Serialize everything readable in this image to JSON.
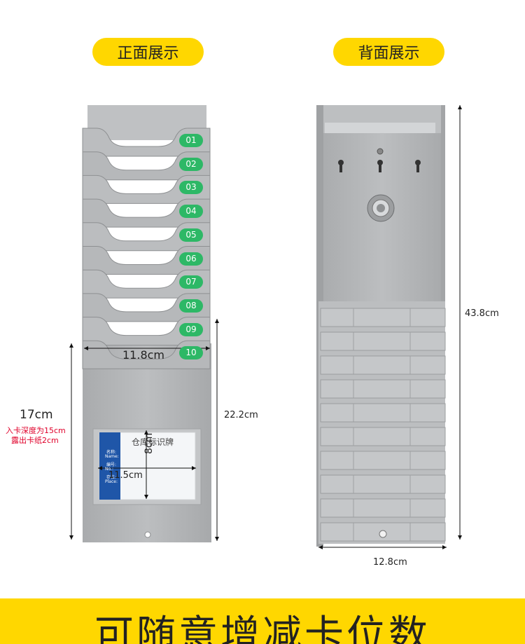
{
  "labels": {
    "front": "正面展示",
    "back": "背面展示"
  },
  "slots": [
    "01",
    "02",
    "03",
    "04",
    "05",
    "06",
    "07",
    "08",
    "09",
    "10"
  ],
  "dimensions": {
    "front_width": "11.8cm",
    "front_depth": "17cm",
    "front_depth_note1": "入卡深度为15cm",
    "front_depth_note2": "露出卡纸2cm",
    "front_height": "22.2cm",
    "card_width": "11.5cm",
    "card_height": "8cm",
    "back_height": "43.8cm",
    "back_width": "12.8cm"
  },
  "card": {
    "title": "仓库标识牌",
    "field1": "名称:",
    "field1_en": "Name:",
    "field2": "编号:",
    "field2_en": "No.:",
    "field3": "存位:",
    "field3_en": "Place:"
  },
  "banner": "可随意增减卡位数",
  "colors": {
    "accent": "#ffd700",
    "badge": "#2db866",
    "rack": "#b3b5b7"
  }
}
